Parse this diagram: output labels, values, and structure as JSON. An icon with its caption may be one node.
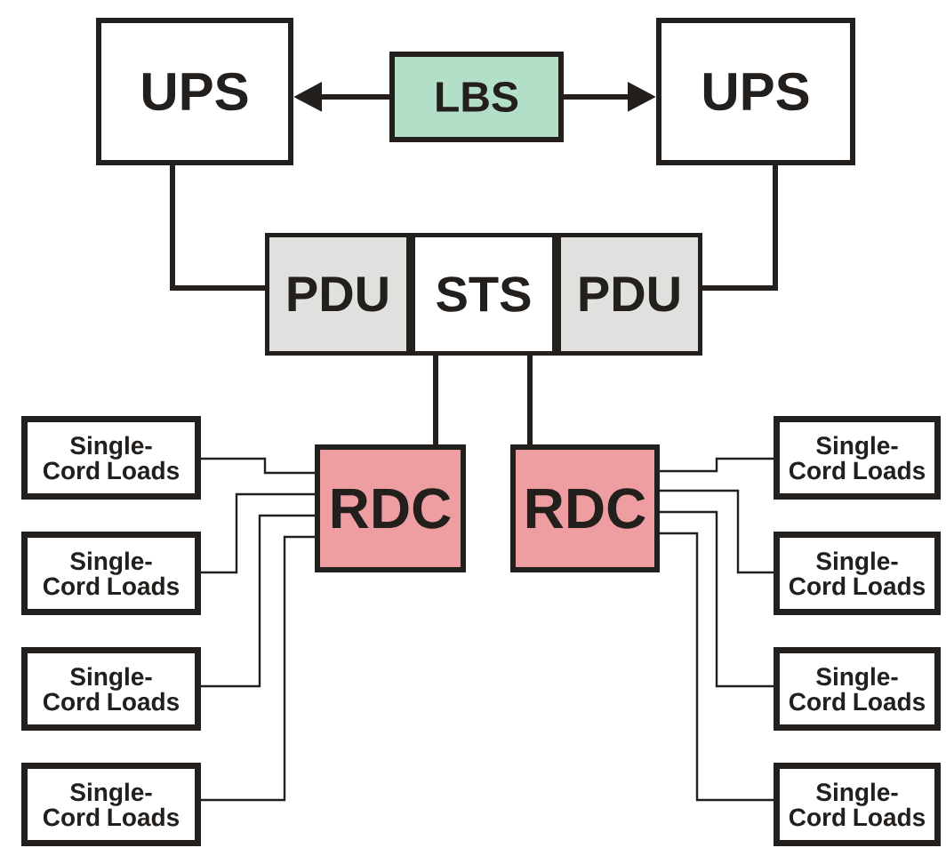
{
  "diagram": {
    "nodes": [
      {
        "text": [
          "UPS"
        ]
      },
      {
        "text": [
          "LBS"
        ]
      },
      {
        "text": [
          "UPS"
        ]
      },
      {
        "text": [
          "PDU"
        ]
      },
      {
        "text": [
          "STS"
        ]
      },
      {
        "text": [
          "PDU"
        ]
      },
      {
        "text": [
          "RDC"
        ]
      },
      {
        "text": [
          "RDC"
        ]
      },
      {
        "text": [
          "Single-Cord Loads"
        ]
      },
      {
        "text": [
          "Single-Cord Loads"
        ]
      },
      {
        "text": [
          "Single-Cord Loads"
        ]
      },
      {
        "text": [
          "Single-Cord Loads"
        ]
      },
      {
        "text": [
          "Single-Cord Loads"
        ]
      },
      {
        "text": [
          "Single-Cord Loads"
        ]
      },
      {
        "text": [
          "Single-Cord Loads"
        ]
      },
      {
        "text": [
          "Single-Cord Loads"
        ]
      }
    ],
    "edges": [
      {
        "from": 1,
        "to": 0,
        "arrow": "to",
        "style": "thick"
      },
      {
        "from": 1,
        "to": 2,
        "arrow": "to",
        "style": "thick"
      },
      {
        "from": 0,
        "to": 3,
        "arrow": "none",
        "style": "thick"
      },
      {
        "from": 2,
        "to": 5,
        "arrow": "none",
        "style": "thick"
      },
      {
        "from": 4,
        "to": 6,
        "arrow": "none",
        "style": "thick"
      },
      {
        "from": 4,
        "to": 7,
        "arrow": "none",
        "style": "thick"
      },
      {
        "from": 6,
        "to": 8,
        "arrow": "none"
      },
      {
        "from": 6,
        "to": 9,
        "arrow": "none"
      },
      {
        "from": 6,
        "to": 10,
        "arrow": "none"
      },
      {
        "from": 6,
        "to": 11,
        "arrow": "none"
      },
      {
        "from": 7,
        "to": 12,
        "arrow": "none"
      },
      {
        "from": 7,
        "to": 13,
        "arrow": "none"
      },
      {
        "from": 7,
        "to": 14,
        "arrow": "none"
      },
      {
        "from": 7,
        "to": 15,
        "arrow": "none"
      }
    ]
  }
}
